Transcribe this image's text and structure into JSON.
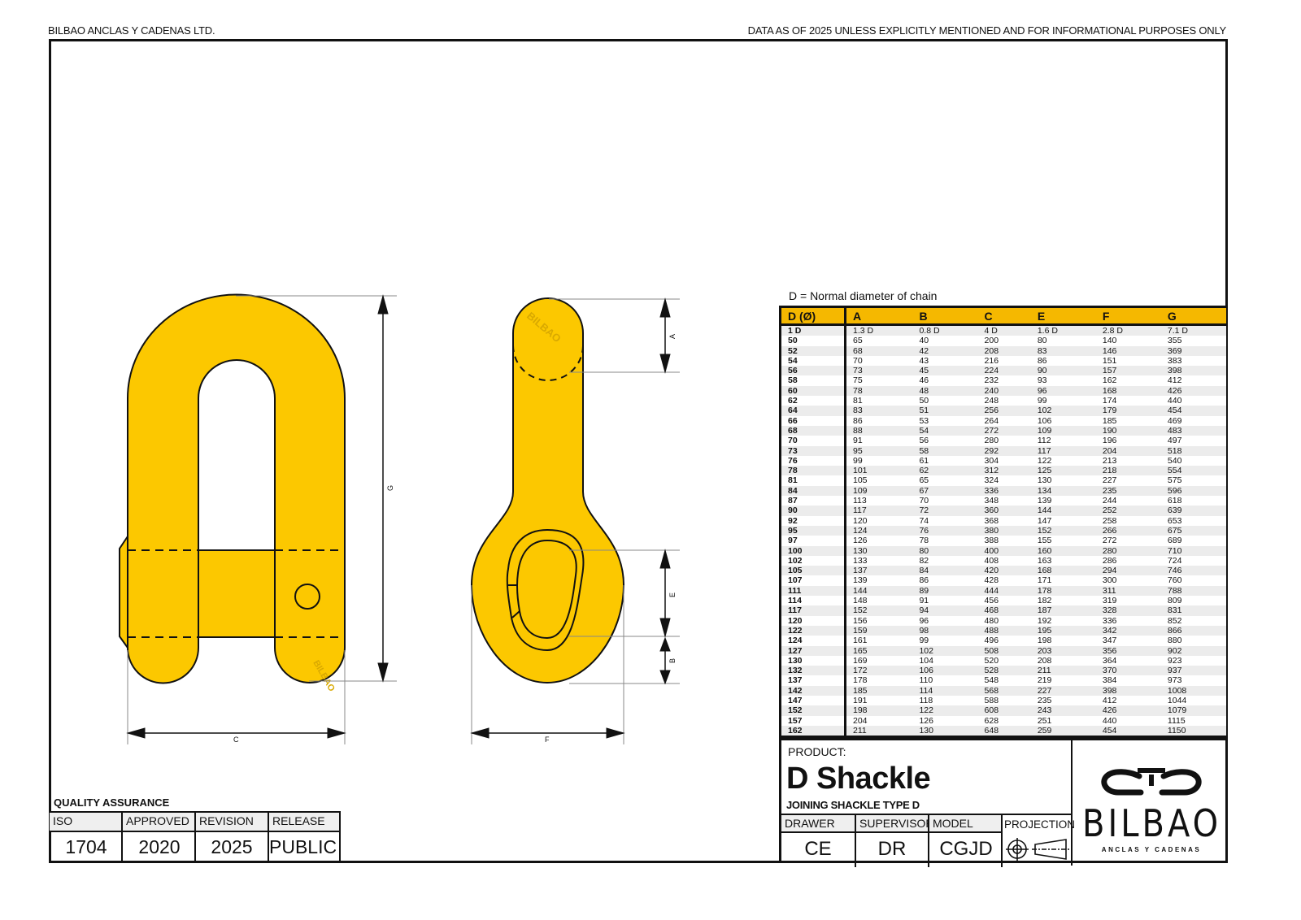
{
  "header": {
    "company": "BILBAO ANCLAS Y CADENAS LTD.",
    "disclaimer": "DATA AS OF 2025 UNLESS EXPLICITLY MENTIONED AND FOR INFORMATIONAL PURPOSES ONLY"
  },
  "drawing": {
    "dimension_labels": {
      "A": "A",
      "B": "B",
      "C": "C",
      "E": "E",
      "F": "F",
      "G": "G"
    },
    "watermark": "BILBAO",
    "fill_color": "#fcc800"
  },
  "table": {
    "caption": "D = Normal diameter of chain",
    "headers": [
      "D (Ø)",
      "A",
      "B",
      "C",
      "E",
      "F",
      "G"
    ],
    "header_color": "#f5b800",
    "rows": [
      [
        "1 D",
        "1.3 D",
        "0.8 D",
        "4 D",
        "1.6 D",
        "2.8 D",
        "7.1 D"
      ],
      [
        "50",
        "65",
        "40",
        "200",
        "80",
        "140",
        "355"
      ],
      [
        "52",
        "68",
        "42",
        "208",
        "83",
        "146",
        "369"
      ],
      [
        "54",
        "70",
        "43",
        "216",
        "86",
        "151",
        "383"
      ],
      [
        "56",
        "73",
        "45",
        "224",
        "90",
        "157",
        "398"
      ],
      [
        "58",
        "75",
        "46",
        "232",
        "93",
        "162",
        "412"
      ],
      [
        "60",
        "78",
        "48",
        "240",
        "96",
        "168",
        "426"
      ],
      [
        "62",
        "81",
        "50",
        "248",
        "99",
        "174",
        "440"
      ],
      [
        "64",
        "83",
        "51",
        "256",
        "102",
        "179",
        "454"
      ],
      [
        "66",
        "86",
        "53",
        "264",
        "106",
        "185",
        "469"
      ],
      [
        "68",
        "88",
        "54",
        "272",
        "109",
        "190",
        "483"
      ],
      [
        "70",
        "91",
        "56",
        "280",
        "112",
        "196",
        "497"
      ],
      [
        "73",
        "95",
        "58",
        "292",
        "117",
        "204",
        "518"
      ],
      [
        "76",
        "99",
        "61",
        "304",
        "122",
        "213",
        "540"
      ],
      [
        "78",
        "101",
        "62",
        "312",
        "125",
        "218",
        "554"
      ],
      [
        "81",
        "105",
        "65",
        "324",
        "130",
        "227",
        "575"
      ],
      [
        "84",
        "109",
        "67",
        "336",
        "134",
        "235",
        "596"
      ],
      [
        "87",
        "113",
        "70",
        "348",
        "139",
        "244",
        "618"
      ],
      [
        "90",
        "117",
        "72",
        "360",
        "144",
        "252",
        "639"
      ],
      [
        "92",
        "120",
        "74",
        "368",
        "147",
        "258",
        "653"
      ],
      [
        "95",
        "124",
        "76",
        "380",
        "152",
        "266",
        "675"
      ],
      [
        "97",
        "126",
        "78",
        "388",
        "155",
        "272",
        "689"
      ],
      [
        "100",
        "130",
        "80",
        "400",
        "160",
        "280",
        "710"
      ],
      [
        "102",
        "133",
        "82",
        "408",
        "163",
        "286",
        "724"
      ],
      [
        "105",
        "137",
        "84",
        "420",
        "168",
        "294",
        "746"
      ],
      [
        "107",
        "139",
        "86",
        "428",
        "171",
        "300",
        "760"
      ],
      [
        "111",
        "144",
        "89",
        "444",
        "178",
        "311",
        "788"
      ],
      [
        "114",
        "148",
        "91",
        "456",
        "182",
        "319",
        "809"
      ],
      [
        "117",
        "152",
        "94",
        "468",
        "187",
        "328",
        "831"
      ],
      [
        "120",
        "156",
        "96",
        "480",
        "192",
        "336",
        "852"
      ],
      [
        "122",
        "159",
        "98",
        "488",
        "195",
        "342",
        "866"
      ],
      [
        "124",
        "161",
        "99",
        "496",
        "198",
        "347",
        "880"
      ],
      [
        "127",
        "165",
        "102",
        "508",
        "203",
        "356",
        "902"
      ],
      [
        "130",
        "169",
        "104",
        "520",
        "208",
        "364",
        "923"
      ],
      [
        "132",
        "172",
        "106",
        "528",
        "211",
        "370",
        "937"
      ],
      [
        "137",
        "178",
        "110",
        "548",
        "219",
        "384",
        "973"
      ],
      [
        "142",
        "185",
        "114",
        "568",
        "227",
        "398",
        "1008"
      ],
      [
        "147",
        "191",
        "118",
        "588",
        "235",
        "412",
        "1044"
      ],
      [
        "152",
        "198",
        "122",
        "608",
        "243",
        "426",
        "1079"
      ],
      [
        "157",
        "204",
        "126",
        "628",
        "251",
        "440",
        "1115"
      ],
      [
        "162",
        "211",
        "130",
        "648",
        "259",
        "454",
        "1150"
      ]
    ]
  },
  "title_block": {
    "product_label": "PRODUCT:",
    "product_name": "D Shackle",
    "product_subtitle": "JOINING SHACKLE TYPE D",
    "drawer_label": "DRAWER",
    "drawer_value": "CE",
    "supervisor_label": "SUPERVISOR",
    "supervisor_value": "DR",
    "model_label": "MODEL",
    "model_value": "CGJD",
    "projection_label": "PROJECTION",
    "projection_icon": "first-angle-projection-icon"
  },
  "logo": {
    "word": "BILBAO",
    "sub": "ANCLAS Y CADENAS"
  },
  "quality_assurance": {
    "title": "QUALITY ASSURANCE",
    "iso_label": "ISO",
    "iso_value": "1704",
    "approved_label": "APPROVED",
    "approved_value": "2020",
    "revision_label": "REVISION",
    "revision_value": "2025",
    "release_label": "RELEASE",
    "release_value": "PUBLIC"
  }
}
